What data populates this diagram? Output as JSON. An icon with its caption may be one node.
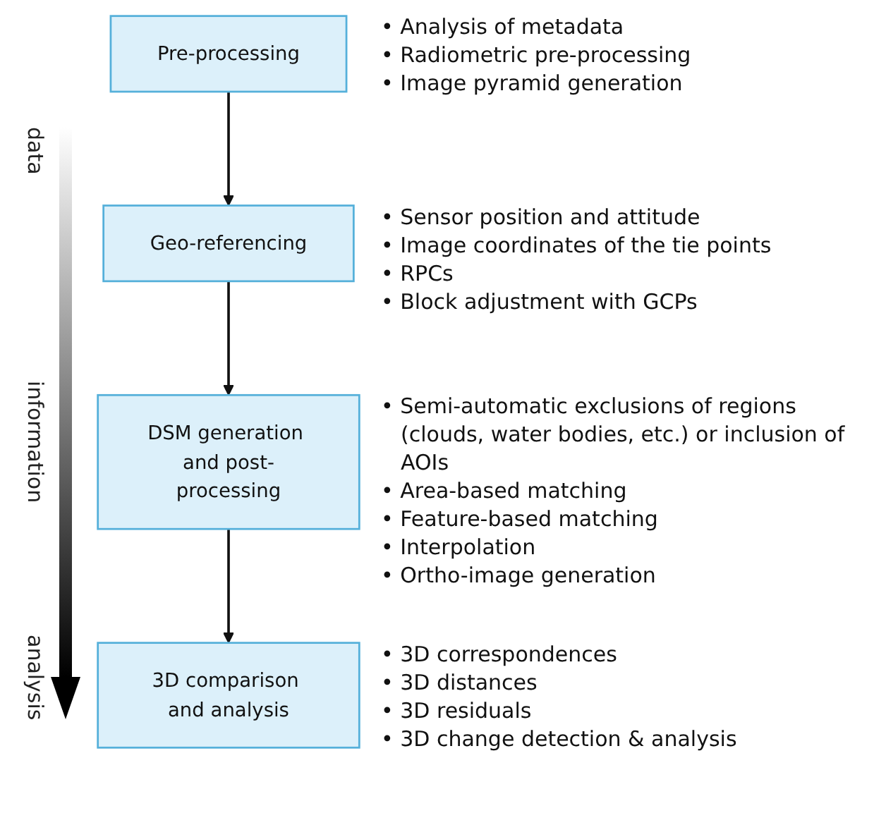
{
  "diagram": {
    "nodes": [
      {
        "text": [
          "Pre-processing"
        ],
        "beside": [
          "• Analysis of metadata",
          "• Radiometric pre-processing",
          "• Image pyramid generation"
        ]
      },
      {
        "text": [
          "Geo-referencing"
        ],
        "beside": [
          "• Sensor position and attitude",
          "• Image coordinates of the tie points",
          "• RPCs",
          "• Block adjustment with GCPs"
        ]
      },
      {
        "text": [
          "DSM generation and post-processing"
        ],
        "beside": [
          "• Semi-automatic exclusions of regions (clouds, water bodies, etc.) or inclusion of AOIs",
          "• Area-based matching",
          "• Feature-based matching",
          "• Interpolation",
          "• Ortho-image generation"
        ]
      },
      {
        "text": [
          "3D comparison and analysis"
        ],
        "beside": [
          "• 3D correspondences",
          "• 3D distances",
          "• 3D residuals",
          "• 3D change detection & analysis"
        ]
      }
    ],
    "edges": [
      {
        "from": 0,
        "to": 1,
        "arrow": "to"
      },
      {
        "from": 1,
        "to": 2,
        "arrow": "to"
      },
      {
        "from": 2,
        "to": 3,
        "arrow": "to"
      }
    ],
    "labels": [
      "data",
      "information",
      "analysis"
    ]
  }
}
